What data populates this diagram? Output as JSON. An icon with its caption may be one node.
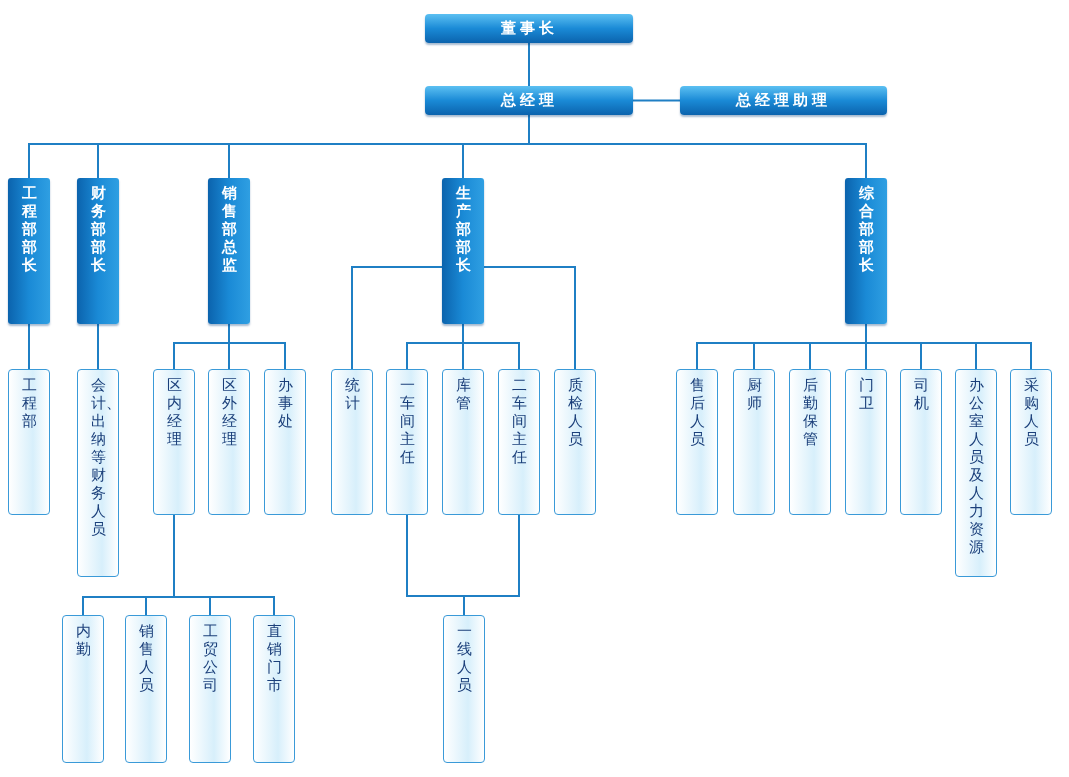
{
  "diagram": {
    "nodes": [
      {
        "text": [
          "董事长"
        ]
      },
      {
        "text": [
          "总经理"
        ]
      },
      {
        "text": [
          "总经理助理"
        ]
      },
      {
        "text": [
          "工程部部长"
        ]
      },
      {
        "text": [
          "财务部部长"
        ]
      },
      {
        "text": [
          "销售部总监"
        ]
      },
      {
        "text": [
          "生产部部长"
        ]
      },
      {
        "text": [
          "综合部部长"
        ]
      },
      {
        "text": [
          "工程部"
        ]
      },
      {
        "text": [
          "会计、出纳等财务人员"
        ]
      },
      {
        "text": [
          "区内经理"
        ]
      },
      {
        "text": [
          "区外经理"
        ]
      },
      {
        "text": [
          "办事处"
        ]
      },
      {
        "text": [
          "统计"
        ]
      },
      {
        "text": [
          "一车间主任"
        ]
      },
      {
        "text": [
          "库管"
        ]
      },
      {
        "text": [
          "二车间主任"
        ]
      },
      {
        "text": [
          "质检人员"
        ]
      },
      {
        "text": [
          "售后人员"
        ]
      },
      {
        "text": [
          "厨师"
        ]
      },
      {
        "text": [
          "后勤保管"
        ]
      },
      {
        "text": [
          "门卫"
        ]
      },
      {
        "text": [
          "司机"
        ]
      },
      {
        "text": [
          "办公室人员及人力资源"
        ]
      },
      {
        "text": [
          "采购人员"
        ]
      },
      {
        "text": [
          "内勤"
        ]
      },
      {
        "text": [
          "销售人员"
        ]
      },
      {
        "text": [
          "工贸公司"
        ]
      },
      {
        "text": [
          "直销门市"
        ]
      },
      {
        "text": [
          "一线人员"
        ]
      }
    ],
    "edges": [
      {
        "from": 0,
        "to": 1,
        "arrow": "none"
      },
      {
        "from": 1,
        "to": 2,
        "arrow": "none"
      },
      {
        "from": 1,
        "to": 3,
        "arrow": "none"
      },
      {
        "from": 1,
        "to": 4,
        "arrow": "none"
      },
      {
        "from": 1,
        "to": 5,
        "arrow": "none"
      },
      {
        "from": 1,
        "to": 6,
        "arrow": "none"
      },
      {
        "from": 1,
        "to": 7,
        "arrow": "none"
      },
      {
        "from": 3,
        "to": 8,
        "arrow": "none"
      },
      {
        "from": 4,
        "to": 9,
        "arrow": "none"
      },
      {
        "from": 5,
        "to": 10,
        "arrow": "none"
      },
      {
        "from": 5,
        "to": 11,
        "arrow": "none"
      },
      {
        "from": 5,
        "to": 12,
        "arrow": "none"
      },
      {
        "from": 6,
        "to": 13,
        "arrow": "none"
      },
      {
        "from": 6,
        "to": 14,
        "arrow": "none"
      },
      {
        "from": 6,
        "to": 15,
        "arrow": "none"
      },
      {
        "from": 6,
        "to": 16,
        "arrow": "none"
      },
      {
        "from": 6,
        "to": 17,
        "arrow": "none"
      },
      {
        "from": 7,
        "to": 18,
        "arrow": "none"
      },
      {
        "from": 7,
        "to": 19,
        "arrow": "none"
      },
      {
        "from": 7,
        "to": 20,
        "arrow": "none"
      },
      {
        "from": 7,
        "to": 21,
        "arrow": "none"
      },
      {
        "from": 7,
        "to": 22,
        "arrow": "none"
      },
      {
        "from": 7,
        "to": 23,
        "arrow": "none"
      },
      {
        "from": 7,
        "to": 24,
        "arrow": "none"
      },
      {
        "from": 10,
        "to": 25,
        "arrow": "none"
      },
      {
        "from": 10,
        "to": 26,
        "arrow": "none"
      },
      {
        "from": 10,
        "to": 27,
        "arrow": "none"
      },
      {
        "from": 10,
        "to": 28,
        "arrow": "none"
      },
      {
        "from": 14,
        "to": 29,
        "arrow": "none"
      },
      {
        "from": 16,
        "to": 29,
        "arrow": "none"
      }
    ]
  }
}
